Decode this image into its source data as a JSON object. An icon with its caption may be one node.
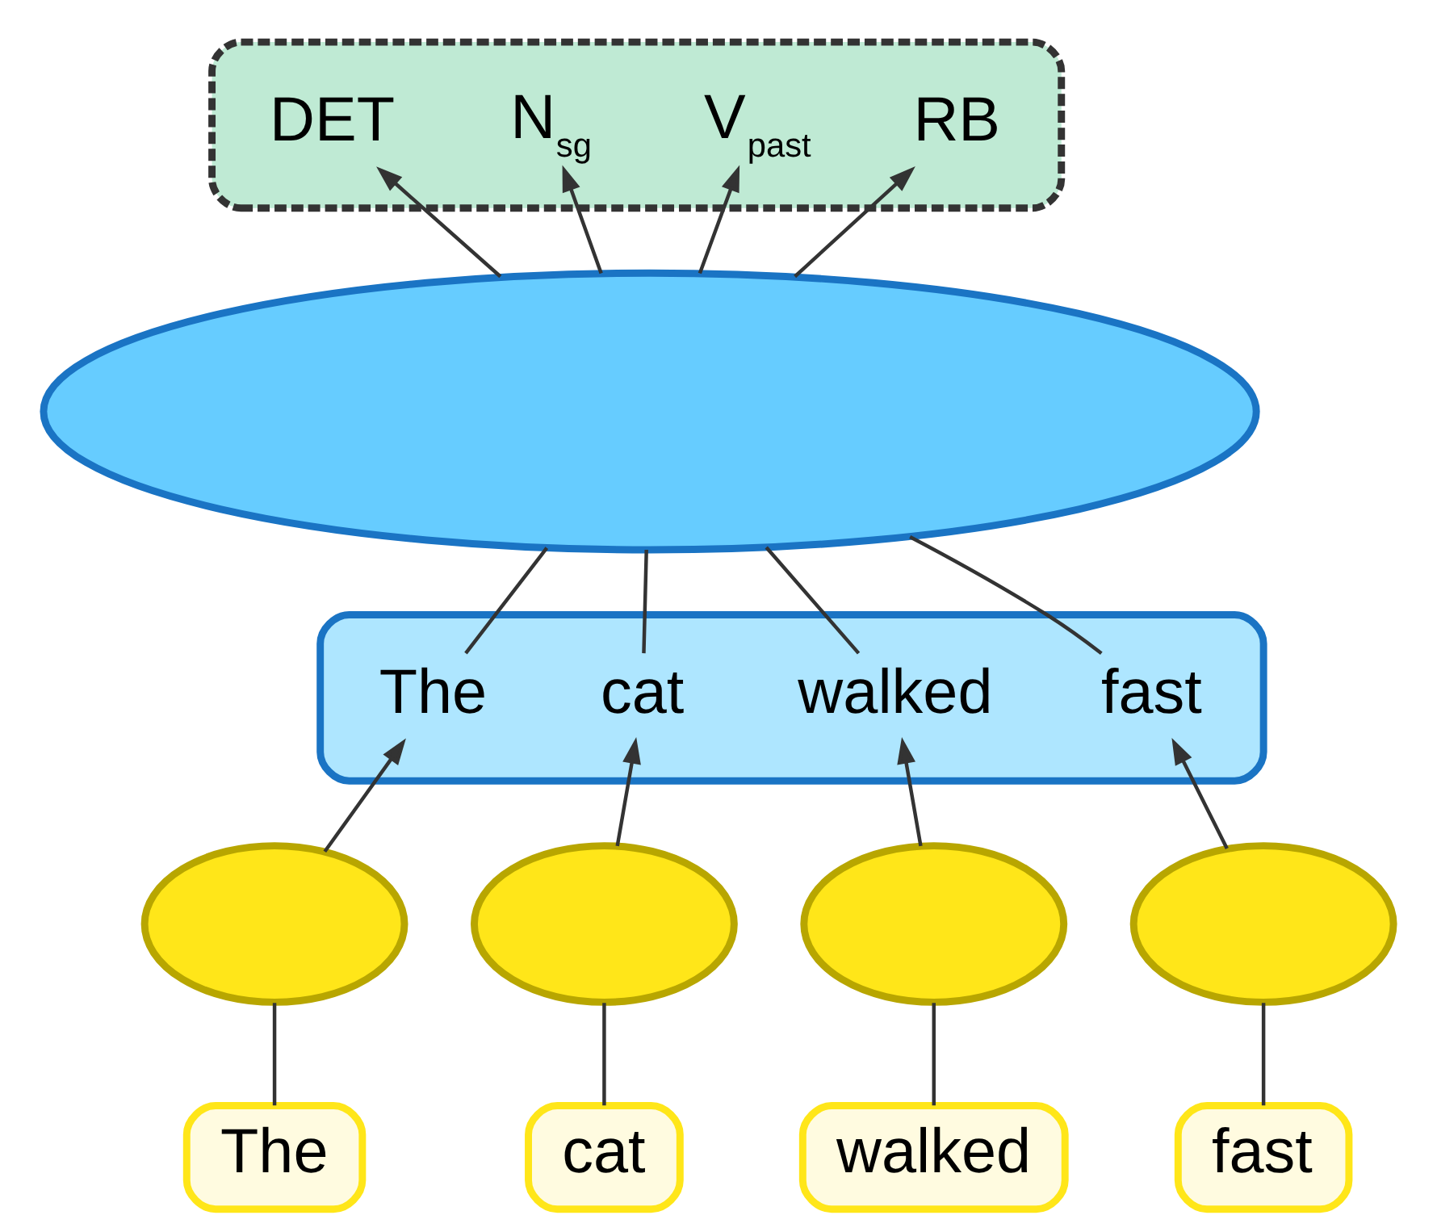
{
  "diagram": {
    "nodes": [
      {
        "text": [],
        "shape": "box"
      },
      {
        "text": [
          "DET"
        ],
        "in": 0
      },
      {
        "text": [
          "N$_{sg}$"
        ],
        "in": 0
      },
      {
        "text": [
          "V$_{past}$"
        ],
        "in": 0
      },
      {
        "text": [
          "RB"
        ],
        "in": 0
      },
      {
        "text": [],
        "shape": "cloud"
      },
      {
        "text": [],
        "shape": "box"
      },
      {
        "text": [
          "The"
        ],
        "in": 6
      },
      {
        "text": [
          "cat"
        ],
        "in": 6
      },
      {
        "text": [
          "walked"
        ],
        "in": 6
      },
      {
        "text": [
          "fast"
        ],
        "in": 6
      },
      {
        "text": [],
        "shape": "cloud"
      },
      {
        "text": [],
        "shape": "cloud"
      },
      {
        "text": [],
        "shape": "cloud"
      },
      {
        "text": [],
        "shape": "cloud"
      },
      {
        "text": [
          "The"
        ]
      },
      {
        "text": [
          "cat"
        ]
      },
      {
        "text": [
          "walked"
        ]
      },
      {
        "text": [
          "fast"
        ]
      }
    ],
    "edges": [
      {
        "from": 5,
        "to": 1,
        "arrow": "to"
      },
      {
        "from": 5,
        "to": 2,
        "arrow": "to"
      },
      {
        "from": 5,
        "to": 3,
        "arrow": "to"
      },
      {
        "from": 5,
        "to": 4,
        "arrow": "to"
      },
      {
        "from": 7,
        "to": 5,
        "arrow": "none"
      },
      {
        "from": 8,
        "to": 5,
        "arrow": "none"
      },
      {
        "from": 9,
        "to": 5,
        "arrow": "none"
      },
      {
        "from": 10,
        "to": 5,
        "arrow": "none"
      },
      {
        "from": 11,
        "to": 7,
        "arrow": "to"
      },
      {
        "from": 12,
        "to": 8,
        "arrow": "to"
      },
      {
        "from": 13,
        "to": 9,
        "arrow": "to"
      },
      {
        "from": 14,
        "to": 10,
        "arrow": "to"
      },
      {
        "from": 15,
        "to": 11,
        "arrow": "none"
      },
      {
        "from": 16,
        "to": 12,
        "arrow": "none"
      },
      {
        "from": 17,
        "to": 13,
        "arrow": "none"
      },
      {
        "from": 18,
        "to": 14,
        "arrow": "none"
      }
    ]
  }
}
